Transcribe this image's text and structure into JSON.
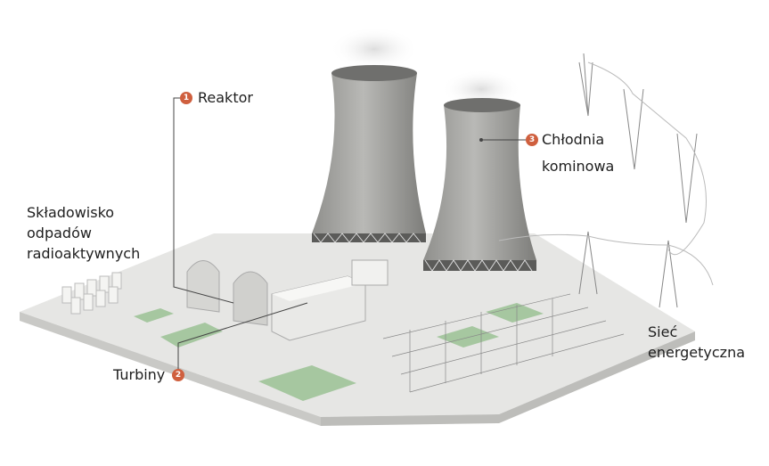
{
  "labels": {
    "reactor": {
      "number": "1",
      "text": "Reaktor"
    },
    "turbines": {
      "number": "2",
      "text": "Turbiny"
    },
    "cooling_tower": {
      "number": "3",
      "line1": "Chłodnia",
      "line2": "kominowa"
    },
    "waste": {
      "line1": "Składowisko",
      "line2": "odpadów",
      "line3": "radioaktywnych"
    },
    "grid": {
      "line1": "Sieć",
      "line2": "energetyczna"
    }
  },
  "colors": {
    "badge": "#cf5f3e",
    "ground": "#e4e4e2",
    "tower": "#a9a9a6",
    "grass": "#9fc29a"
  }
}
